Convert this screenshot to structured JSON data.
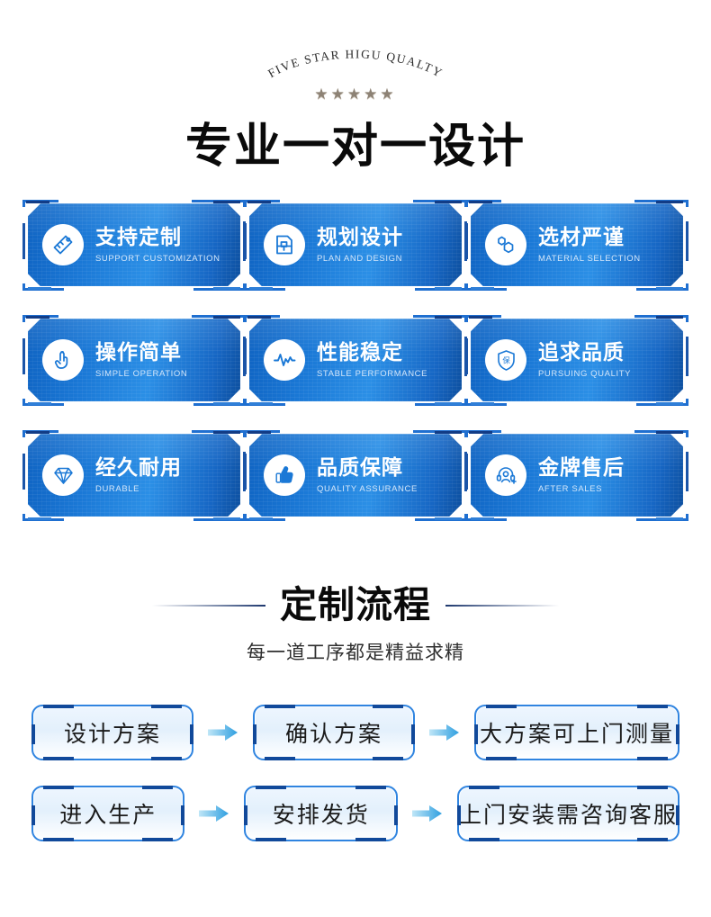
{
  "badge": {
    "arc_text": "FIVE STAR HIGU QUALTY",
    "stars": "★★★★★"
  },
  "main_title": "专业一对一设计",
  "features": [
    {
      "cn": "支持定制",
      "en": "SUPPORT CUSTOMIZATION",
      "icon": "pen-ruler-icon"
    },
    {
      "cn": "规划设计",
      "en": "PLAN AND DESIGN",
      "icon": "blueprint-icon"
    },
    {
      "cn": "选材严谨",
      "en": "MATERIAL SELECTION",
      "icon": "hexagon-molecule-icon"
    },
    {
      "cn": "操作简单",
      "en": "SIMPLE OPERATION",
      "icon": "touch-hand-icon"
    },
    {
      "cn": "性能稳定",
      "en": "STABLE PERFORMANCE",
      "icon": "pulse-wave-icon"
    },
    {
      "cn": "追求品质",
      "en": "PURSUING QUALITY",
      "icon": "shield-bao-icon"
    },
    {
      "cn": "经久耐用",
      "en": "DURABLE",
      "icon": "diamond-icon"
    },
    {
      "cn": "品质保障",
      "en": "QUALITY ASSURANCE",
      "icon": "thumbs-up-icon"
    },
    {
      "cn": "金牌售后",
      "en": "AFTER SALES",
      "icon": "headset-support-icon"
    }
  ],
  "section": {
    "title": "定制流程",
    "subtitle": "每一道工序都是精益求精"
  },
  "flow": {
    "row1": [
      "设计方案",
      "确认方案",
      "大方案可上门测量"
    ],
    "row2": [
      "进入生产",
      "安排发货",
      "上门安装需咨询客服"
    ]
  },
  "colors": {
    "card_blue_dark": "#0d4f9e",
    "card_blue_mid": "#1a78d6",
    "card_blue_light": "#2b8fe6",
    "frame_blue": "#1f6fd0",
    "process_border": "#2f84e0",
    "process_accent": "#11499a",
    "text_dark": "#0a0a0a",
    "en_text": "#d3e6fa",
    "rule": "#1e386e"
  }
}
